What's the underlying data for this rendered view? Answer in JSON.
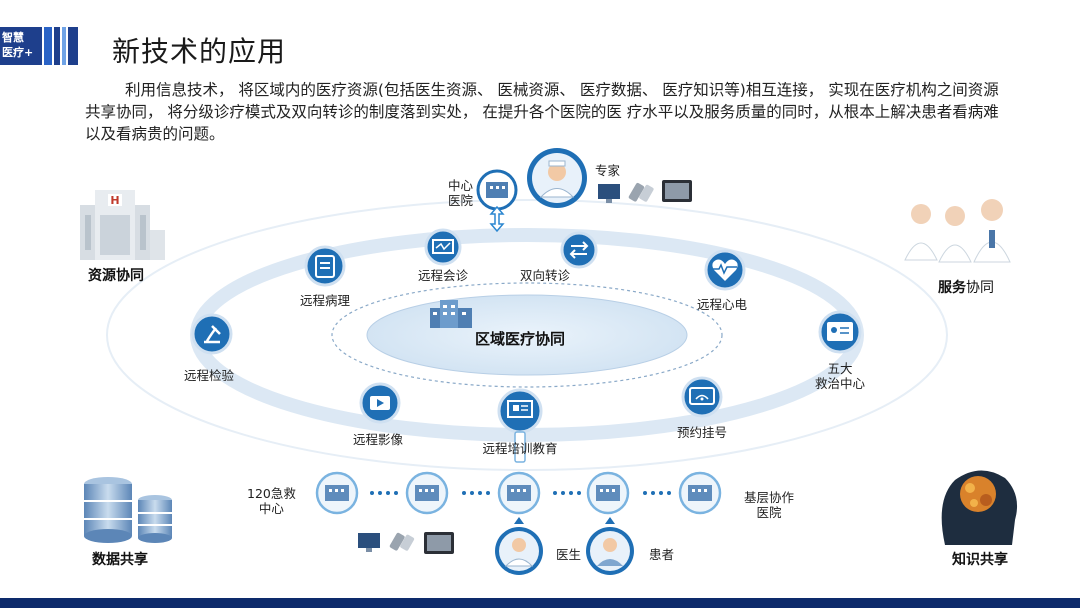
{
  "header": {
    "logo_line1": "智慧",
    "logo_line2": "医疗+",
    "title": "新技术的应用"
  },
  "description": "利用信息技术， 将区域内的医疗资源(包括医生资源、 医械资源、 医疗数据、 医疗知识等)相互连接，    实现在医疗机构之间资源共享协同， 将分级诊疗模式及双向转诊的制度落到实处， 在提升各个医院的医  疗水平以及服务质量的同时，从根本上解决患者看病难以及看病贵的问题。",
  "diagram": {
    "center": "区域医疗协同",
    "top_hospital": "中心\n医院",
    "expert": "专家",
    "services": {
      "consult": "远程会诊",
      "referral": "双向转诊",
      "pathology": "远程病理",
      "ecg": "远程心电",
      "lab": "远程检验",
      "five_centers": "五大\n救治中心",
      "imaging": "远程影像",
      "training": "远程培训教育",
      "appointment": "预约挂号"
    },
    "corners": {
      "resource": "资源协同",
      "service_bold": "服务",
      "service_rest": "协同",
      "data": "数据共享",
      "knowledge": "知识共享"
    },
    "bottom": {
      "emergency": "120急救\n中心",
      "primary": "基层协作\n医院",
      "doctor": "医生",
      "patient": "患者"
    }
  },
  "colors": {
    "icon_blue": "#1f6fb5",
    "ring": "#dce8f4",
    "footer": "#0d2a6b"
  }
}
